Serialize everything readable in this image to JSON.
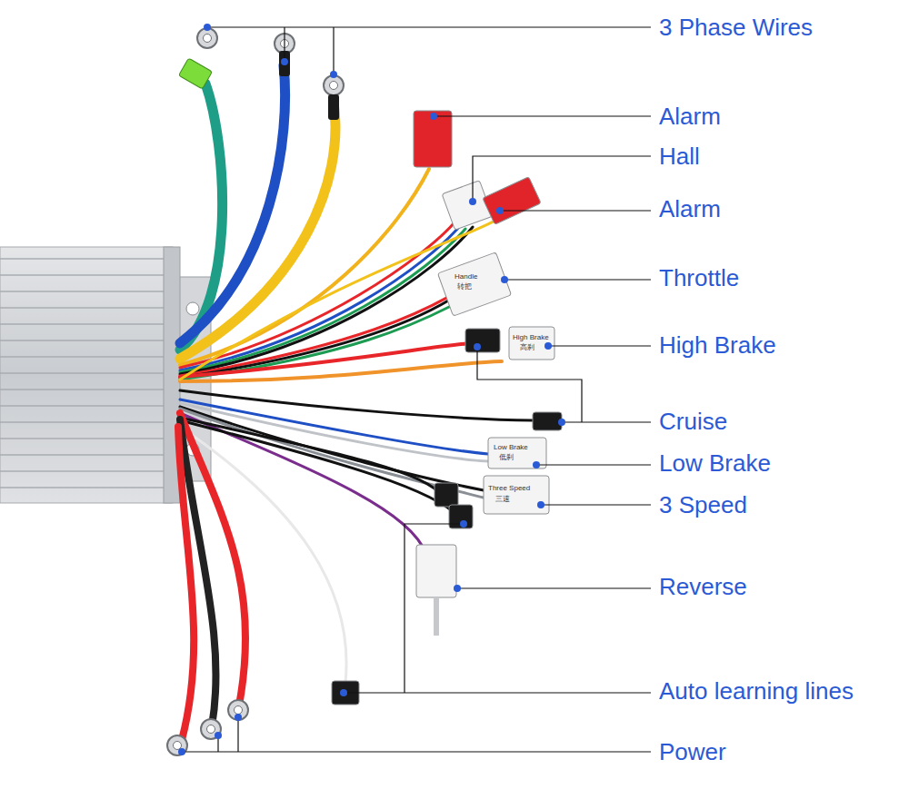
{
  "diagram": {
    "labels": [
      "3 Phase Wires",
      "Alarm",
      "Hall",
      "Alarm",
      "Throttle",
      "High Brake",
      "Cruise",
      "Low Brake",
      "3 Speed",
      "Reverse",
      "Auto learning lines",
      "Power",
      "Handle",
      "转把",
      "High Brake",
      "高刹",
      "Low Brake",
      "低刹",
      "Three Speed",
      "三速"
    ]
  }
}
